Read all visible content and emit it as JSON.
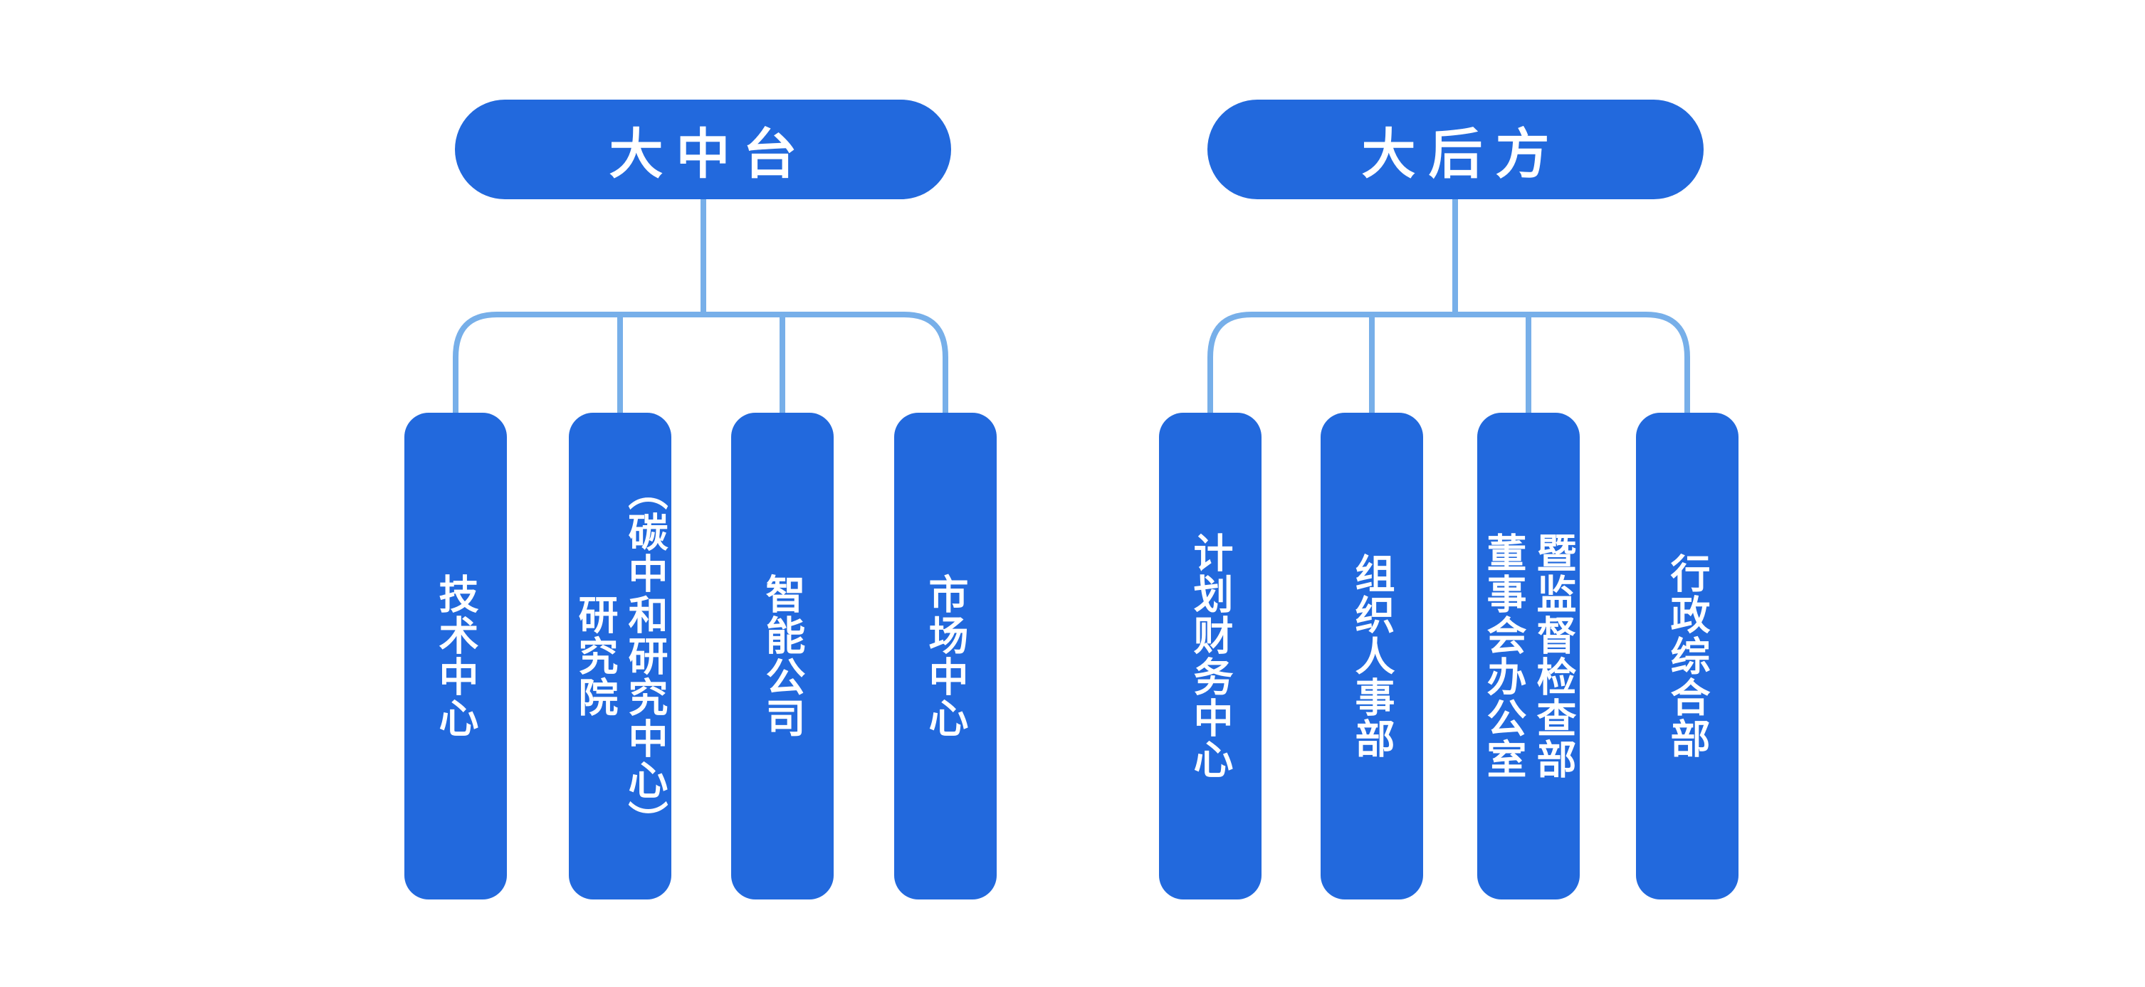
{
  "colors": {
    "node_fill": "#2269dd",
    "connector": "#77afe9",
    "label": "#ffffff",
    "background": "#ffffff"
  },
  "tree": {
    "groups": [
      {
        "id": "left",
        "root": {
          "label": "大中台"
        },
        "children": [
          {
            "label": "技术中心"
          },
          {
            "label": "研究院\n（碳中和研究中心）"
          },
          {
            "label": "智能公司"
          },
          {
            "label": "市场中心"
          }
        ]
      },
      {
        "id": "right",
        "root": {
          "label": "大后方"
        },
        "children": [
          {
            "label": "计划财务中心"
          },
          {
            "label": "组织人事部"
          },
          {
            "label": "董事会办公室\n暨监督检查部"
          },
          {
            "label": "行政综合部"
          }
        ]
      }
    ]
  }
}
